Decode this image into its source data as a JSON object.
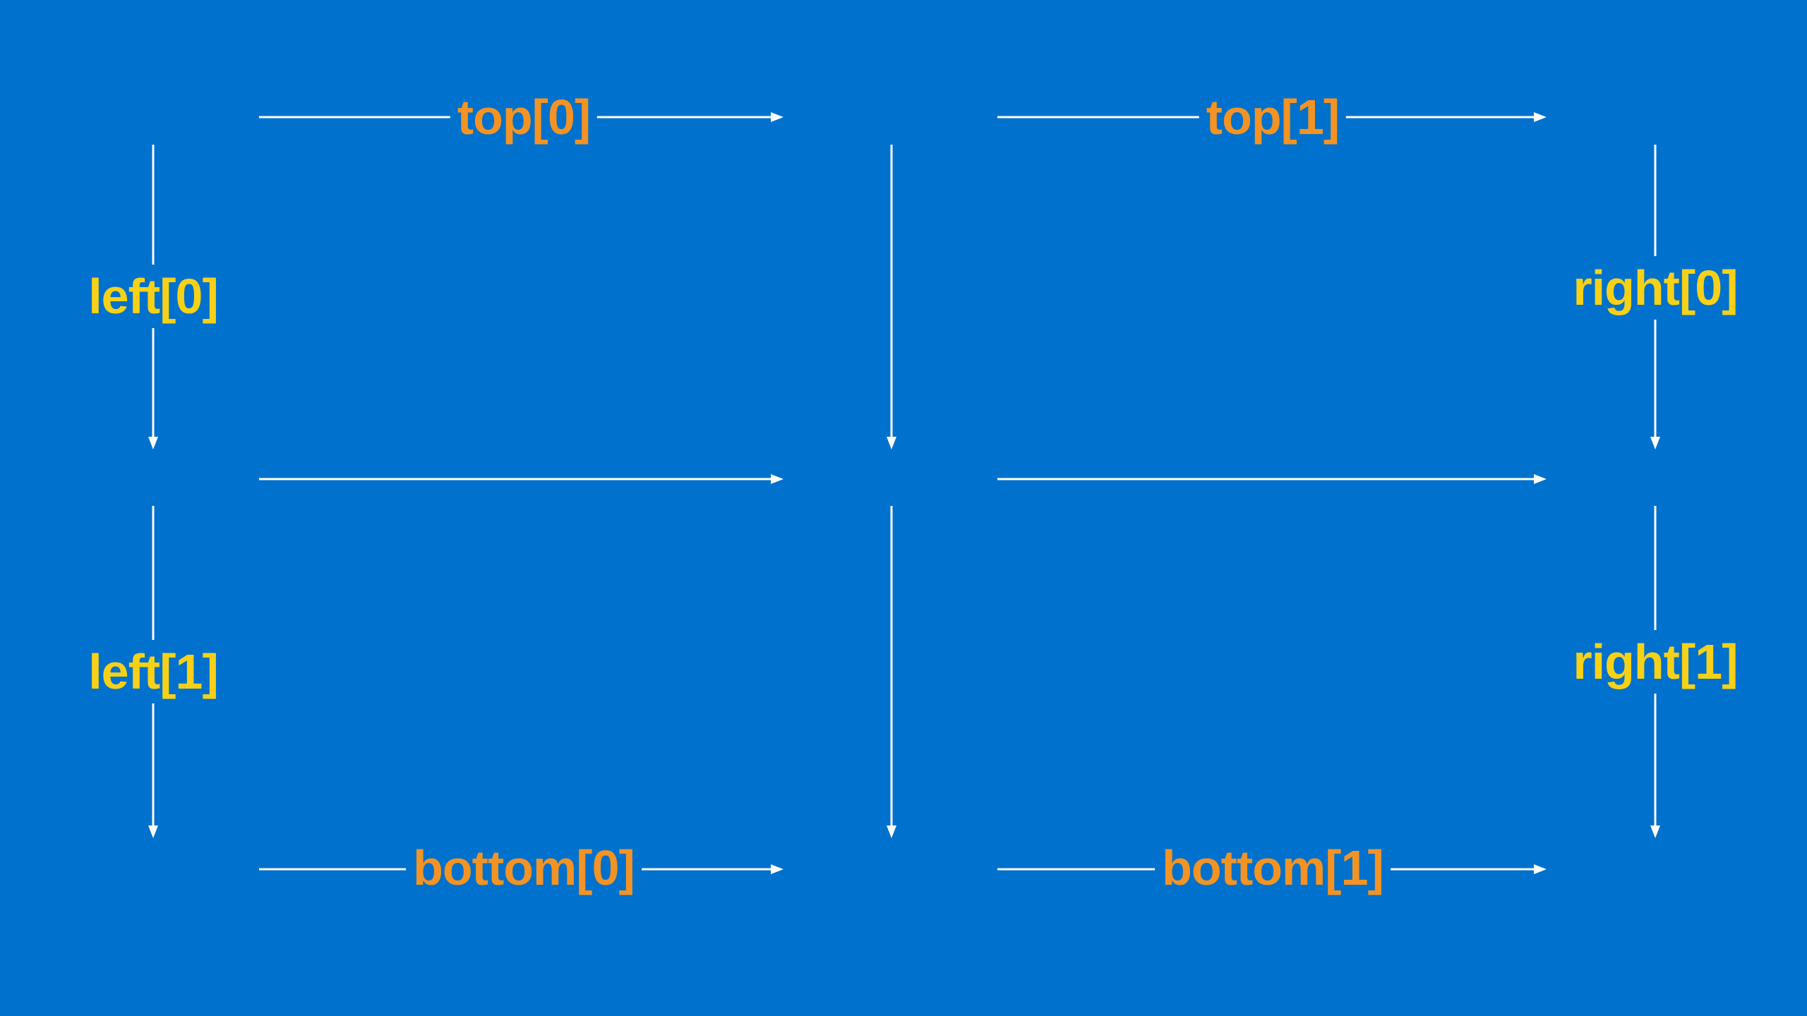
{
  "labels": {
    "top_0": "top[0]",
    "top_1": "top[1]",
    "left_0": "left[0]",
    "left_1": "left[1]",
    "right_0": "right[0]",
    "right_1": "right[1]",
    "bottom_0": "bottom[0]",
    "bottom_1": "bottom[1]"
  },
  "colors": {
    "background": "#0071cc",
    "arrow": "#ffffff",
    "top_bottom_label": "#f39324",
    "left_right_label": "#f7d117"
  }
}
